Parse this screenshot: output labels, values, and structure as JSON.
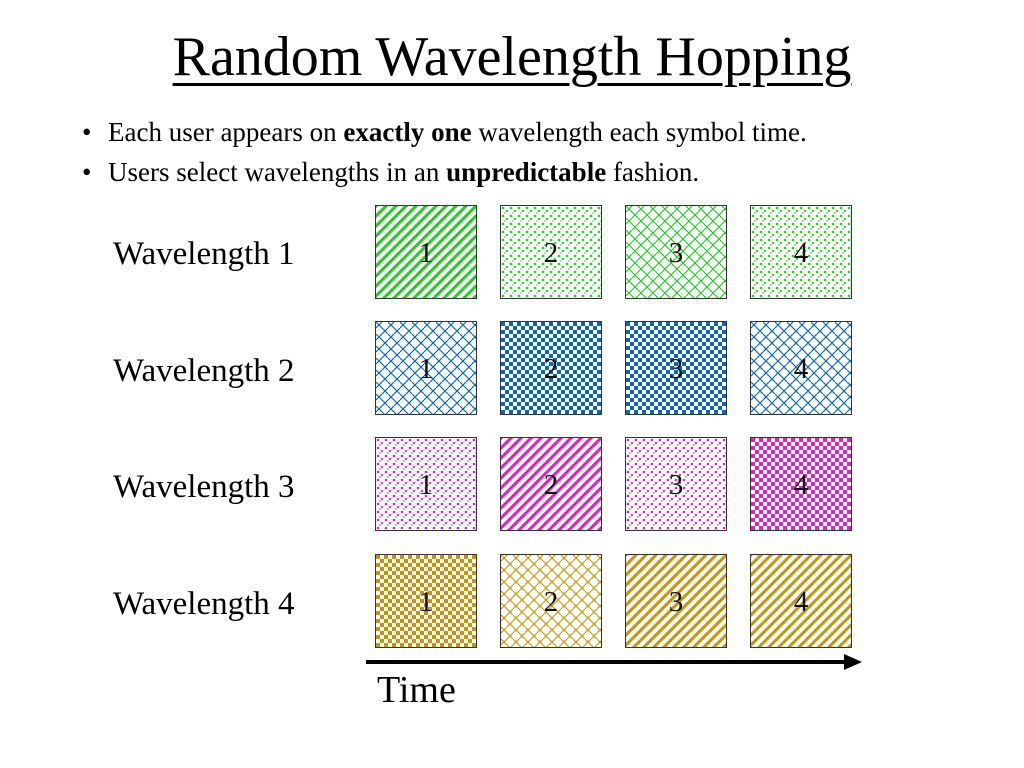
{
  "slide": {
    "title": "Random Wavelength Hopping",
    "bullets": [
      {
        "pre": "Each user appears on ",
        "bold": "exactly one",
        "post": " wavelength each symbol time."
      },
      {
        "pre": "Users select wavelengths in an ",
        "bold": "unpredictable",
        "post": " fashion."
      }
    ],
    "bullet_glyph": "•"
  },
  "grid": {
    "rows": [
      {
        "label": "Wavelength 1",
        "cells": [
          "1",
          "2",
          "3",
          "4"
        ]
      },
      {
        "label": "Wavelength 2",
        "cells": [
          "1",
          "2",
          "3",
          "4"
        ]
      },
      {
        "label": "Wavelength 3",
        "cells": [
          "1",
          "2",
          "3",
          "4"
        ]
      },
      {
        "label": "Wavelength 4",
        "cells": [
          "1",
          "2",
          "3",
          "4"
        ]
      }
    ],
    "axis_label": "Time"
  },
  "colors": {
    "green": "#22cc22",
    "blue": "#0a66b8",
    "magenta": "#e020c0",
    "gold": "#c4960a"
  }
}
